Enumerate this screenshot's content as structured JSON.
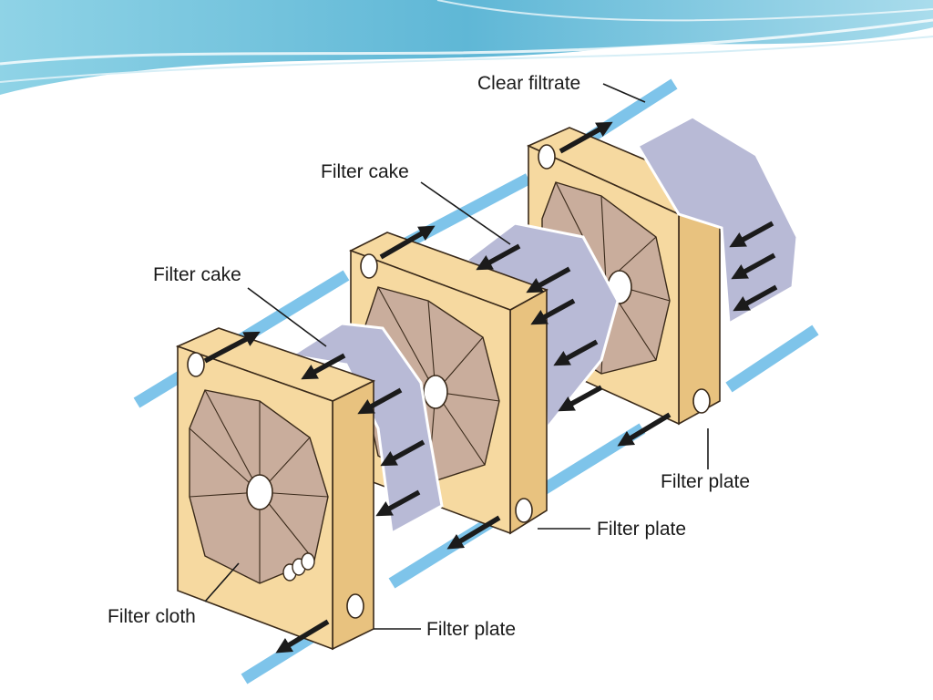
{
  "labels": {
    "clear_filtrate": "Clear filtrate",
    "filter_cake_upper": "Filter cake",
    "filter_cake_left": "Filter cake",
    "filter_plate_right": "Filter plate",
    "filter_plate_middle": "Filter plate",
    "filter_plate_bottom": "Filter plate",
    "filter_cloth": "Filter cloth"
  },
  "colors": {
    "pipe": "#7ec4ea",
    "frame": "#f6d9a0",
    "cloth": "#c9ad9c",
    "cake": "#b8bad6",
    "header_wave": "#5fb7d6"
  }
}
